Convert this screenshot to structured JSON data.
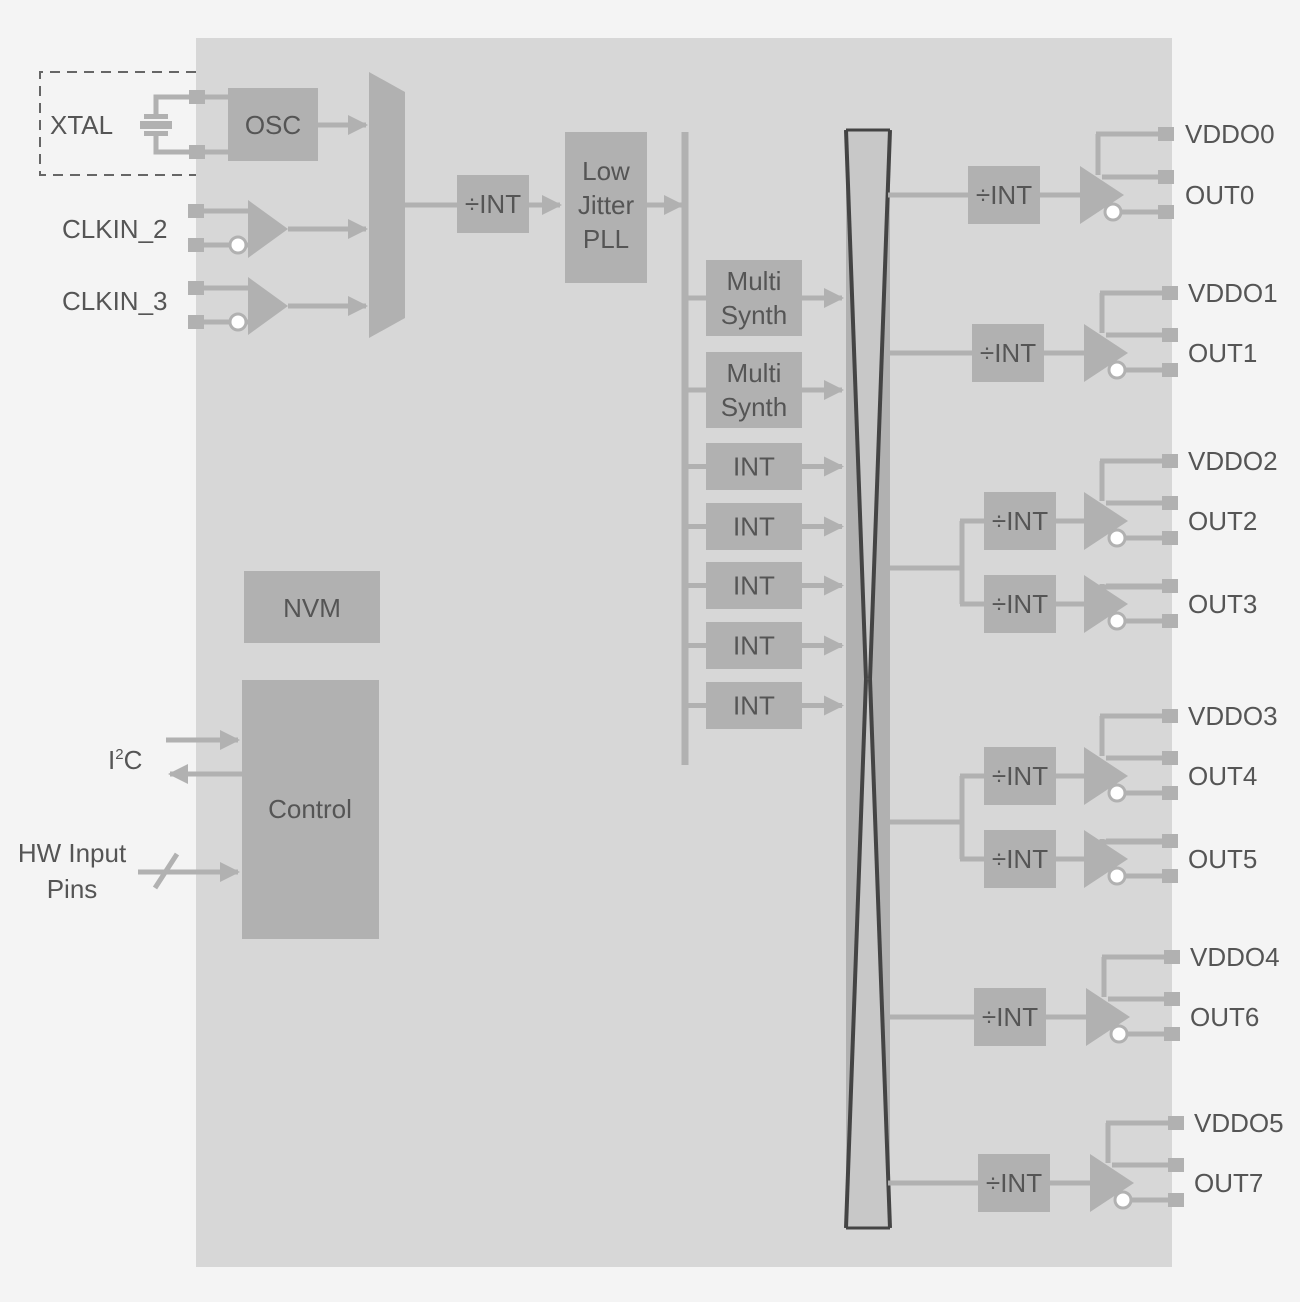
{
  "colors": {
    "background": "#f4f4f4",
    "chip": "#d7d7d7",
    "block": "#b1b1b1",
    "wire": "#b1b1b1",
    "crosspoint_outline": "#444444",
    "text": "#555555"
  },
  "inputs": {
    "xtal": "XTAL",
    "clkin_2": "CLKIN_2",
    "clkin_3": "CLKIN_3",
    "i2c_prefix": "I",
    "i2c_sup": "2",
    "i2c_suffix": "C",
    "hw_input_line1": "HW Input",
    "hw_input_line2": "Pins"
  },
  "blocks": {
    "osc": "OSC",
    "input_div": "÷INT",
    "pll_line1": "Low",
    "pll_line2": "Jitter",
    "pll_line3": "PLL",
    "nvm": "NVM",
    "control": "Control"
  },
  "synths": [
    {
      "line1": "Multi",
      "line2": "Synth"
    },
    {
      "line1": "Multi",
      "line2": "Synth"
    },
    {
      "line1": "INT"
    },
    {
      "line1": "INT"
    },
    {
      "line1": "INT"
    },
    {
      "line1": "INT"
    },
    {
      "line1": "INT"
    }
  ],
  "output_divider_label": "÷INT",
  "outputs": [
    {
      "supply": "VDDO0",
      "out": "OUT0"
    },
    {
      "supply": "VDDO1",
      "out": "OUT1"
    },
    {
      "supply": "VDDO2",
      "out": "OUT2"
    },
    {
      "out": "OUT3"
    },
    {
      "supply": "VDDO3",
      "out": "OUT4"
    },
    {
      "out": "OUT5"
    },
    {
      "supply": "VDDO4",
      "out": "OUT6"
    },
    {
      "supply": "VDDO5",
      "out": "OUT7"
    }
  ]
}
